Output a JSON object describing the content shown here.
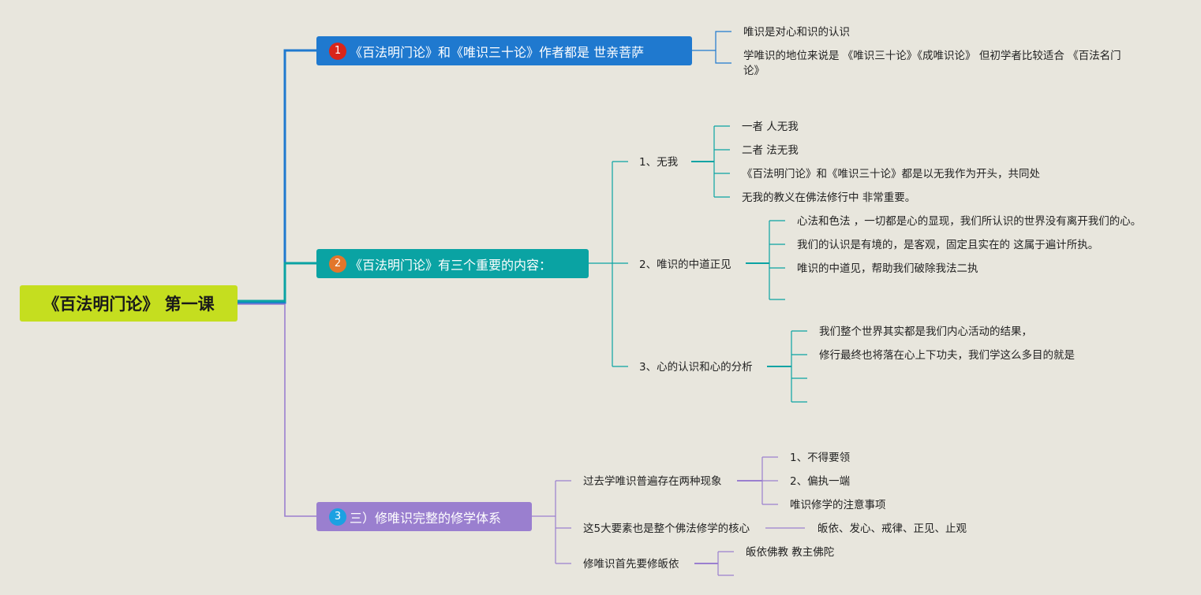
{
  "root": {
    "label": "《百法明门论》 第一课"
  },
  "colors": {
    "root": "#c5de1f",
    "b1": "#1f79cf",
    "b2": "#0aa3a3",
    "b3": "#9a7fcf",
    "badge1": "#d9251a",
    "badge2": "#e2762b",
    "badge3": "#1ba1e2"
  },
  "branch1": {
    "badge": "1",
    "label": "《百法明门论》和《唯识三十论》作者都是 世亲菩萨",
    "children": [
      "唯识是对心和识的认识",
      "学唯识的地位来说是 《唯识三十论》《成唯识论》 但初学者比较适合 《百法名门论》"
    ]
  },
  "branch2": {
    "badge": "2",
    "label": "《百法明门论》有三个重要的内容：",
    "sub1": {
      "label": "1、无我",
      "children": [
        "一者 人无我",
        "二者 法无我",
        "《百法明门论》和《唯识三十论》都是以无我作为开头，共同处",
        "无我的教义在佛法修行中 非常重要。"
      ]
    },
    "sub2": {
      "label": "2、唯识的中道正见",
      "children": [
        "心法和色法 ，一切都是心的显现，我们所认识的世界没有离开我们的心。",
        "我们的认识是有境的，是客观，固定且实在的 这属于遍计所执。",
        "唯识的中道见，帮助我们破除我法二执"
      ]
    },
    "sub3": {
      "label": "3、心的认识和心的分析",
      "children": [
        "我们整个世界其实都是我们内心活动的结果，",
        "修行最终也将落在心上下功夫，我们学这么多目的就是"
      ]
    }
  },
  "branch3": {
    "badge": "3",
    "label": "三）修唯识完整的修学体系",
    "sub1": {
      "label": "过去学唯识普遍存在两种现象",
      "children": [
        "1、不得要领",
        "2、偏执一端",
        "唯识修学的注意事项"
      ]
    },
    "sub2": {
      "label": "这5大要素也是整个佛法修学的核心",
      "children": [
        "皈依、发心、戒律、正见、止观"
      ]
    },
    "sub3": {
      "label": "修唯识首先要修皈依",
      "children": [
        "皈依佛教 教主佛陀"
      ]
    }
  }
}
